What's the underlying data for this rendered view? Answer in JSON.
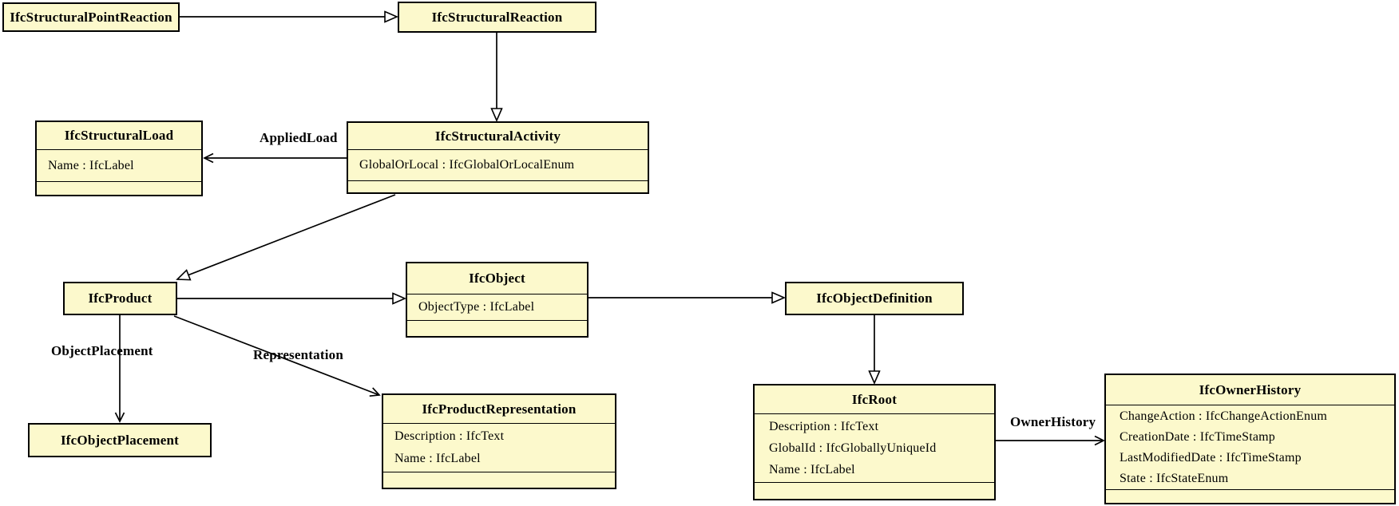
{
  "diagram_type": "uml-class-diagram",
  "colors": {
    "node_fill": "#FCF9CC",
    "node_border": "#000000",
    "text": "#000000",
    "background": "#FFFFFF"
  },
  "nodes": {
    "structural_point_reaction": {
      "title": "IfcStructuralPointReaction",
      "attributes": []
    },
    "structural_reaction": {
      "title": "IfcStructuralReaction",
      "attributes": []
    },
    "structural_load": {
      "title": "IfcStructuralLoad",
      "attributes": [
        "Name : IfcLabel"
      ]
    },
    "structural_activity": {
      "title": "IfcStructuralActivity",
      "attributes": [
        "GlobalOrLocal : IfcGlobalOrLocalEnum"
      ]
    },
    "object": {
      "title": "IfcObject",
      "attributes": [
        "ObjectType : IfcLabel"
      ]
    },
    "product": {
      "title": "IfcProduct",
      "attributes": []
    },
    "object_definition": {
      "title": "IfcObjectDefinition",
      "attributes": []
    },
    "object_placement": {
      "title": "IfcObjectPlacement",
      "attributes": []
    },
    "product_representation": {
      "title": "IfcProductRepresentation",
      "attributes": [
        "Description : IfcText",
        "Name : IfcLabel"
      ]
    },
    "root": {
      "title": "IfcRoot",
      "attributes": [
        "Description : IfcText",
        "GlobalId : IfcGloballyUniqueId",
        "Name : IfcLabel"
      ]
    },
    "owner_history": {
      "title": "IfcOwnerHistory",
      "attributes": [
        "ChangeAction : IfcChangeActionEnum",
        "CreationDate : IfcTimeStamp",
        "LastModifiedDate : IfcTimeStamp",
        "State : IfcStateEnum"
      ]
    }
  },
  "edge_labels": {
    "applied_load": "AppliedLoad",
    "object_placement": "ObjectPlacement",
    "representation": "Representation",
    "owner_history": "OwnerHistory"
  },
  "edges": [
    {
      "from": "IfcStructuralPointReaction",
      "to": "IfcStructuralReaction",
      "kind": "inheritance"
    },
    {
      "from": "IfcStructuralReaction",
      "to": "IfcStructuralActivity",
      "kind": "inheritance"
    },
    {
      "from": "IfcStructuralActivity",
      "to": "IfcStructuralLoad",
      "kind": "association",
      "label": "AppliedLoad"
    },
    {
      "from": "IfcStructuralActivity",
      "to": "IfcProduct",
      "kind": "inheritance"
    },
    {
      "from": "IfcProduct",
      "to": "IfcObject",
      "kind": "inheritance"
    },
    {
      "from": "IfcObject",
      "to": "IfcObjectDefinition",
      "kind": "inheritance"
    },
    {
      "from": "IfcObjectDefinition",
      "to": "IfcRoot",
      "kind": "inheritance"
    },
    {
      "from": "IfcRoot",
      "to": "IfcOwnerHistory",
      "kind": "association",
      "label": "OwnerHistory"
    },
    {
      "from": "IfcProduct",
      "to": "IfcObjectPlacement",
      "kind": "association",
      "label": "ObjectPlacement"
    },
    {
      "from": "IfcProduct",
      "to": "IfcProductRepresentation",
      "kind": "association",
      "label": "Representation"
    }
  ]
}
